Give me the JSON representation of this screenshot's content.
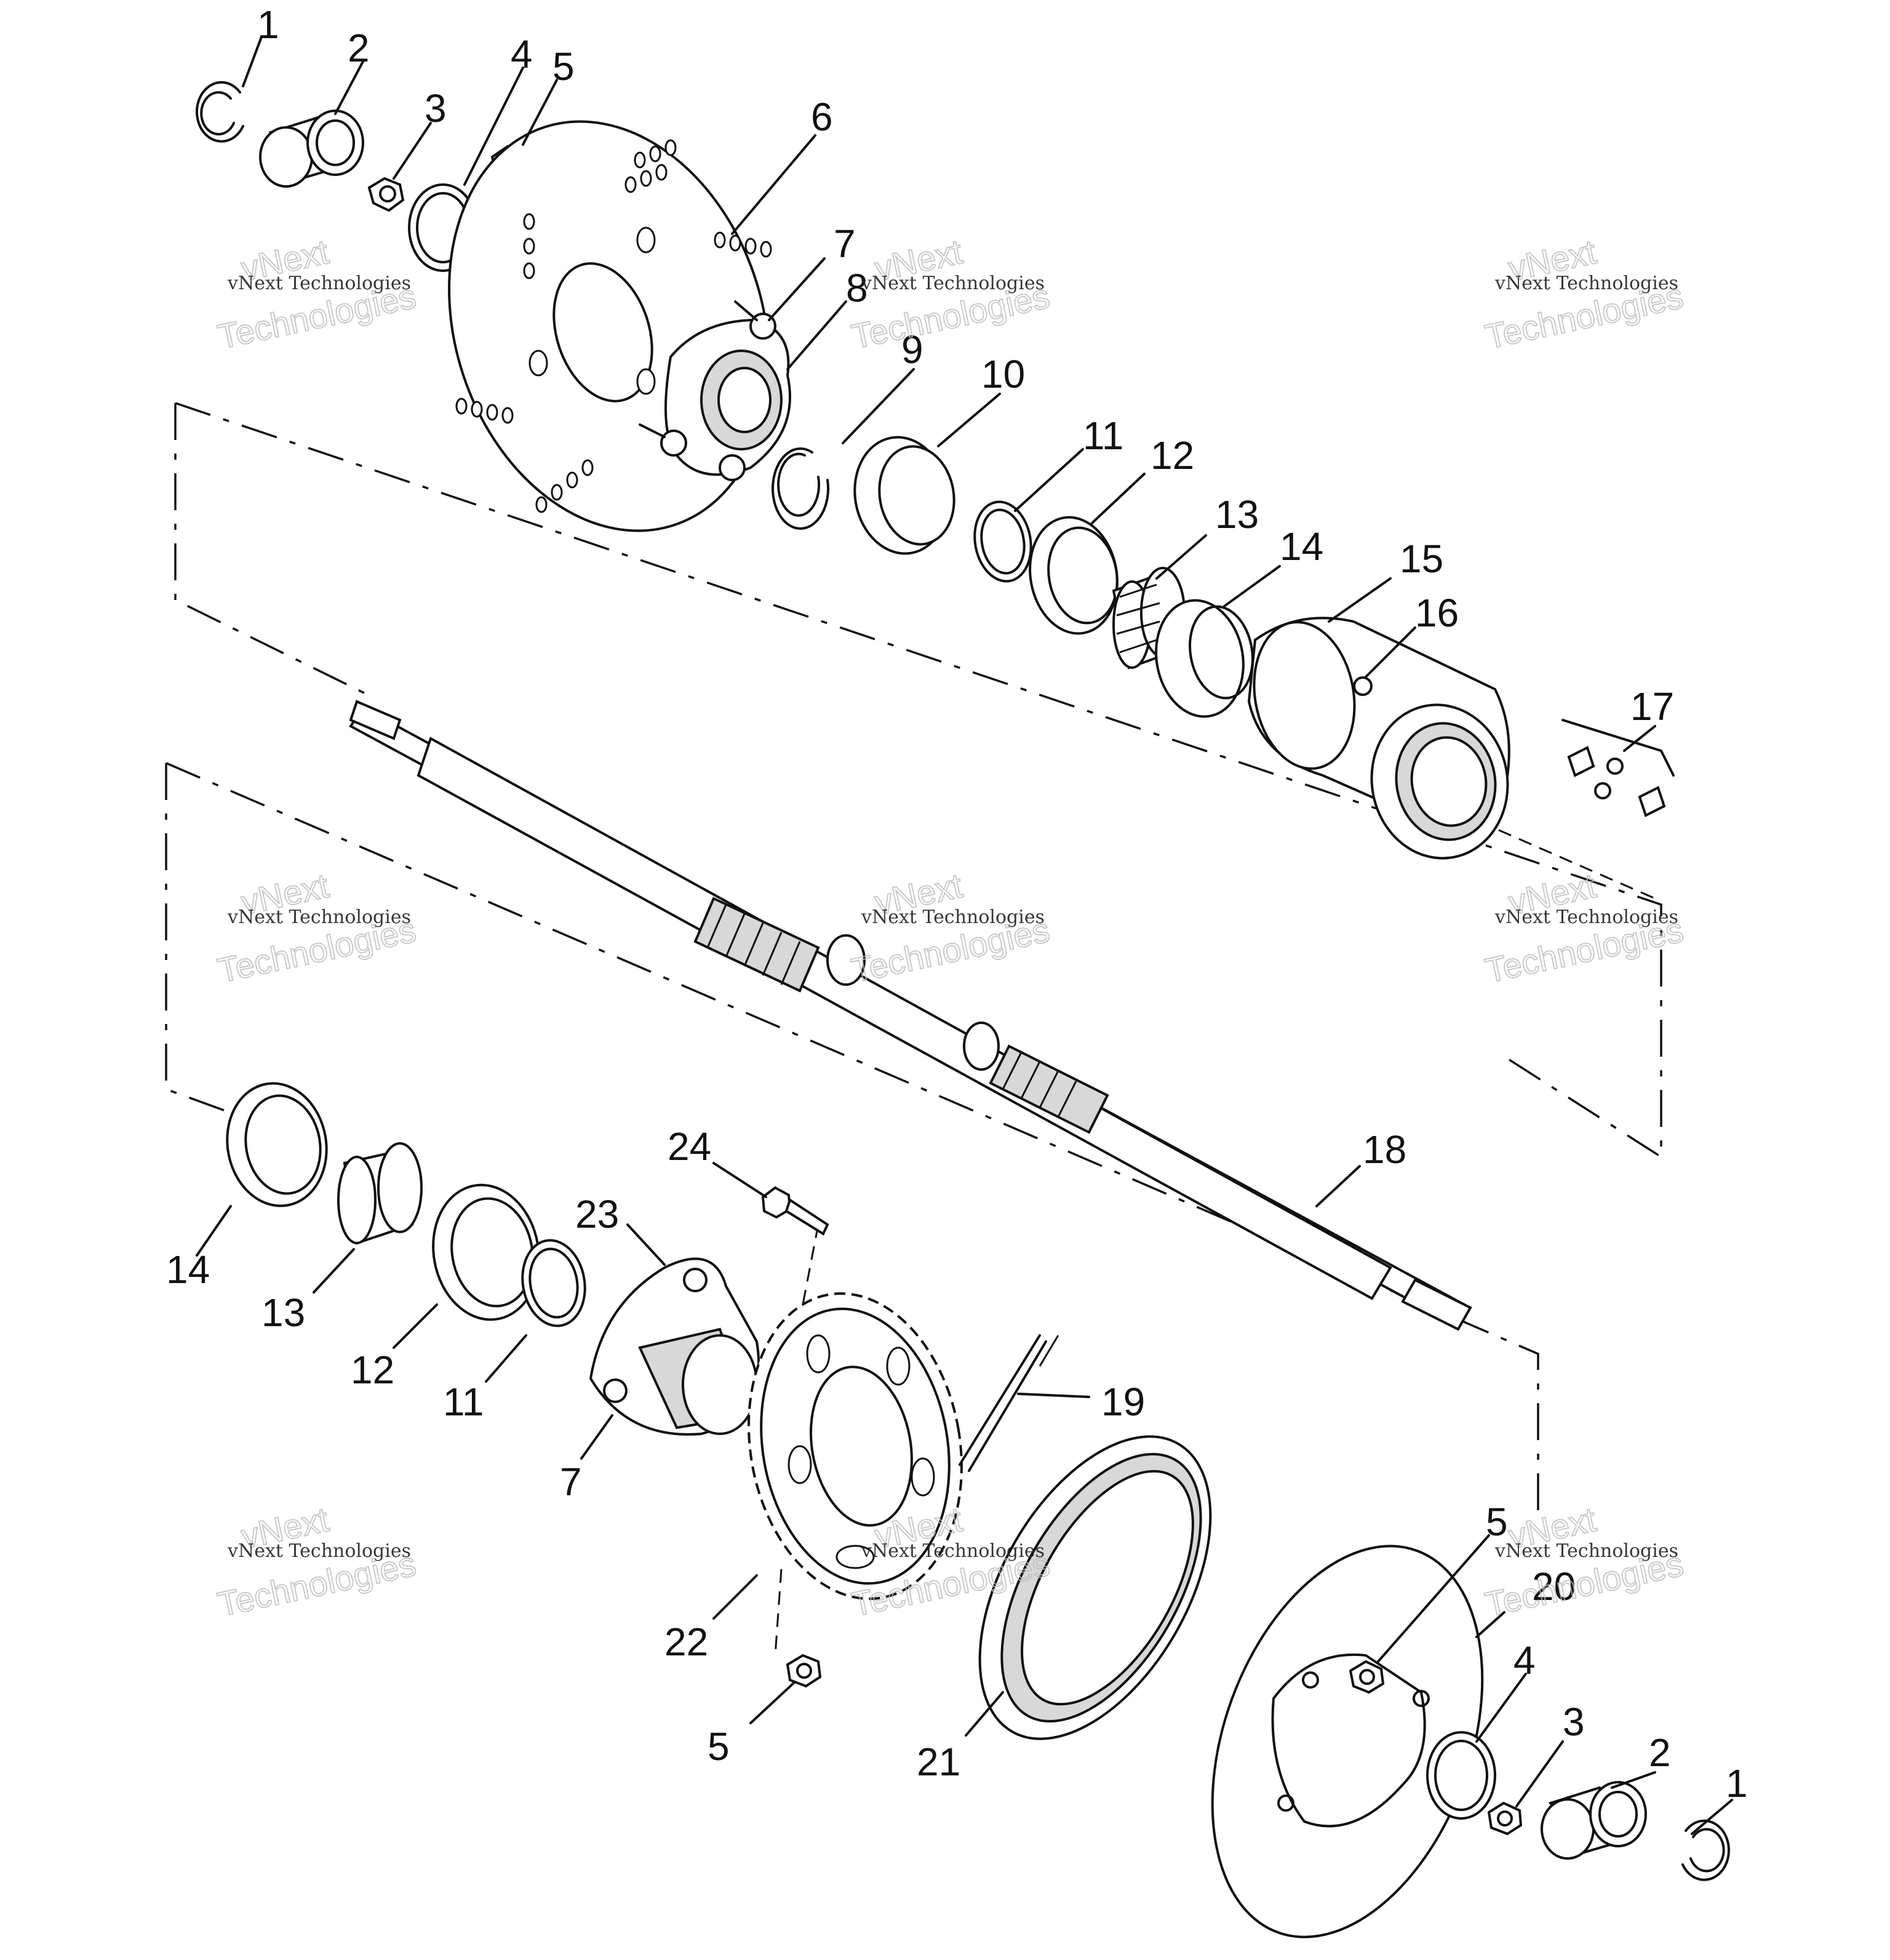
{
  "diagram": {
    "callouts": {
      "c1a": "1",
      "c2a": "2",
      "c3a": "3",
      "c4a": "4",
      "c5a": "5",
      "c6": "6",
      "c7a": "7",
      "c8": "8",
      "c9": "9",
      "c10": "10",
      "c11a": "11",
      "c12a": "12",
      "c13a": "13",
      "c14a": "14",
      "c15": "15",
      "c16": "16",
      "c17": "17",
      "c18": "18",
      "c14b": "14",
      "c13b": "13",
      "c12b": "12",
      "c11b": "11",
      "c23": "23",
      "c24": "24",
      "c7b": "7",
      "c19": "19",
      "c22": "22",
      "c5b": "5",
      "c5c": "5",
      "c20": "20",
      "c4b": "4",
      "c3b": "3",
      "c2b": "2",
      "c1b": "1",
      "c21": "21"
    },
    "watermark": {
      "line1": "vNext",
      "line2": "vNext Technologies",
      "line3": "Technologies"
    }
  }
}
